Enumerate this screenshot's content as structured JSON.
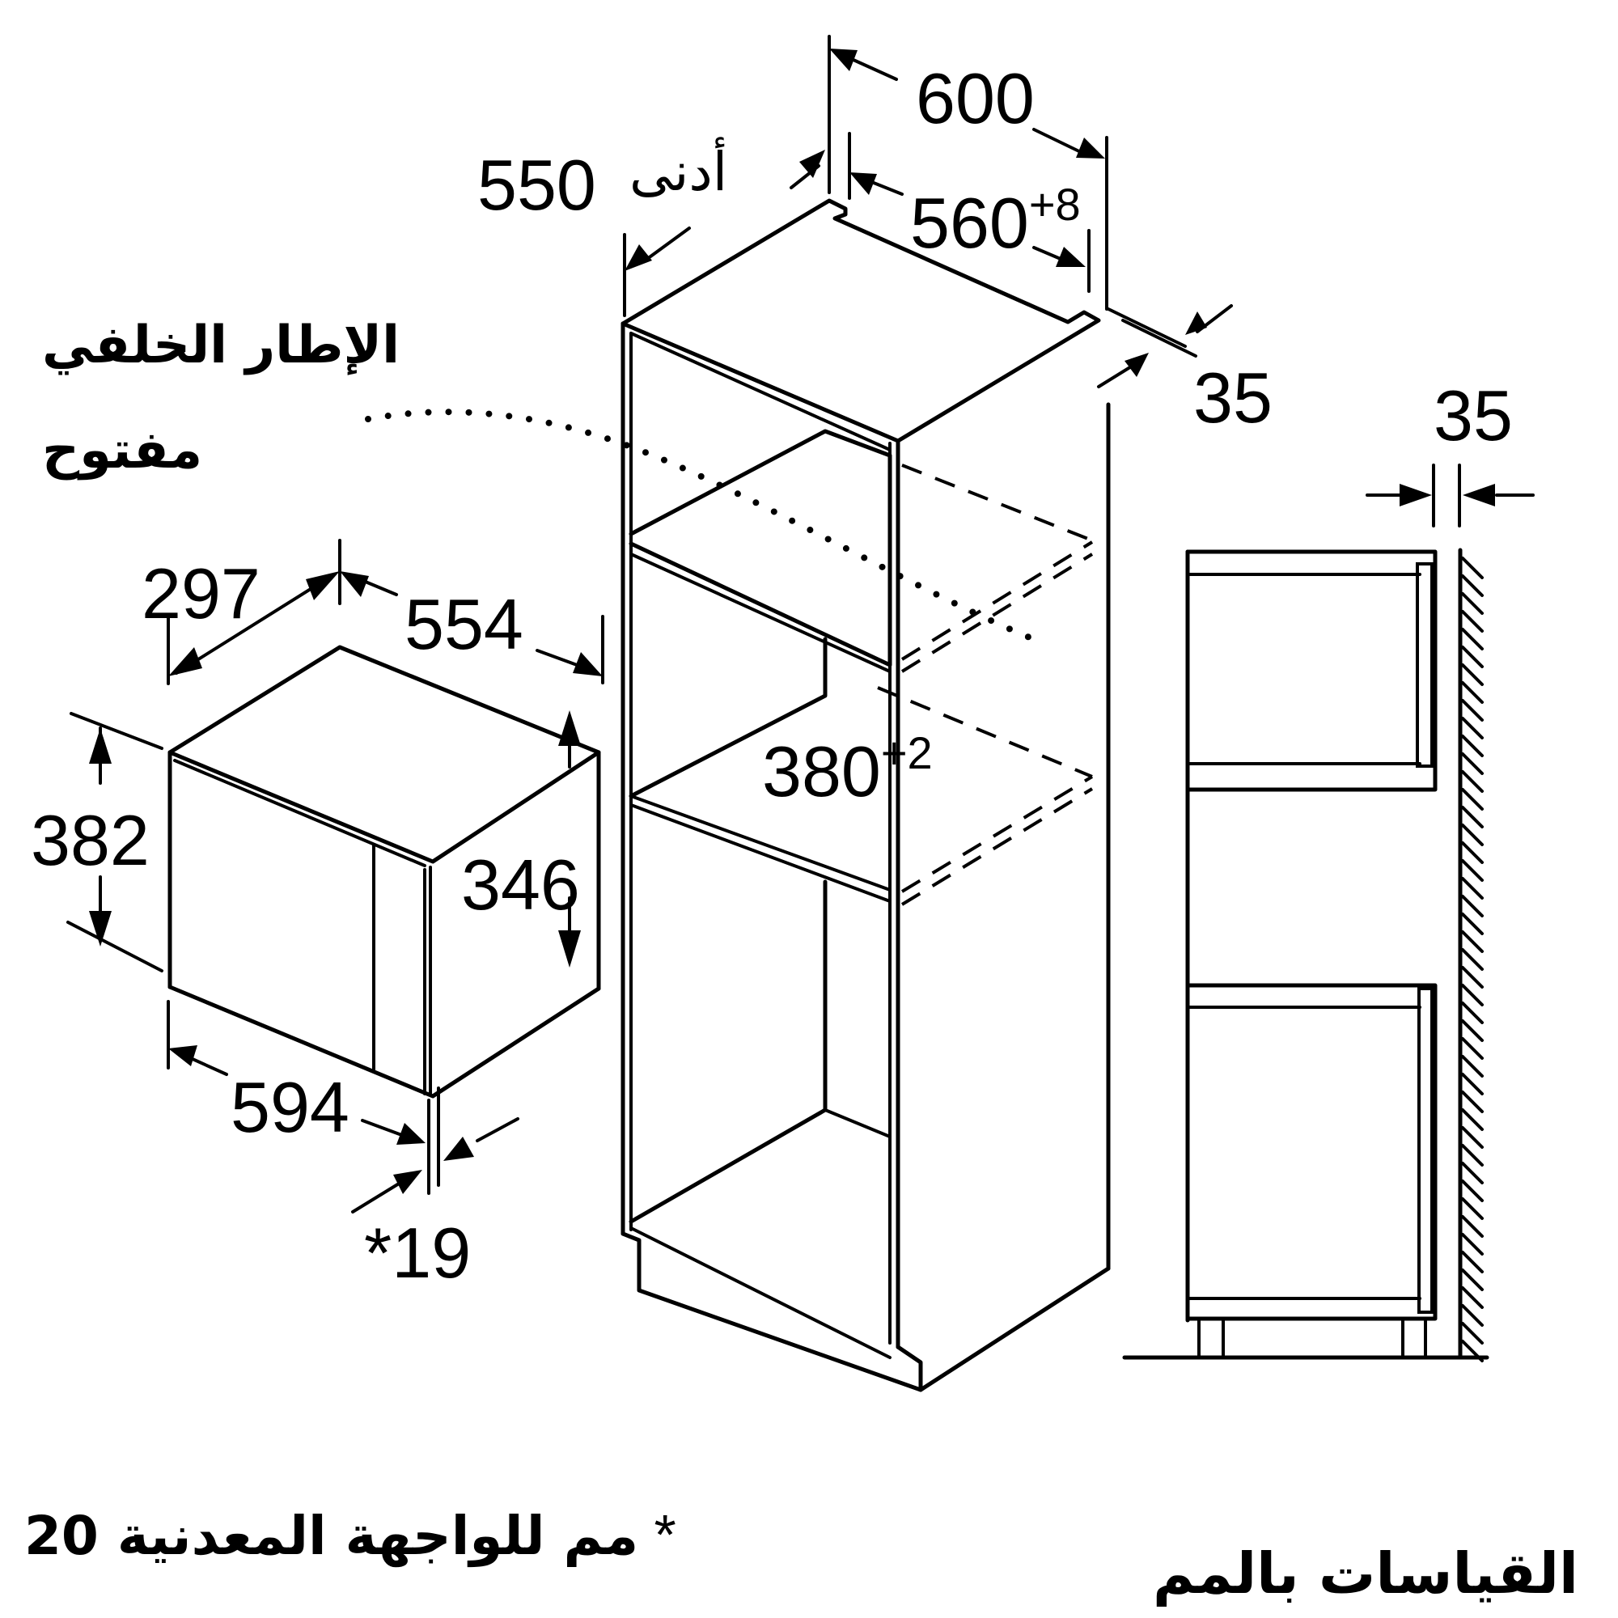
{
  "diagram": {
    "title": "Built-in microwave installation dimensions",
    "units_note": "القياسات بالمم",
    "footnote": {
      "marker": "*",
      "text": "20 مم للواجهة المعدنية"
    },
    "labels": {
      "rear_frame_open_line1": "الإطار الخلفي",
      "rear_frame_open_line2": "مفتوح",
      "minimum": "أدنى"
    },
    "appliance": {
      "name": "microwave",
      "dimensions": {
        "depth_top": "297",
        "width_top": "554",
        "height_front": "382",
        "height_side": "346",
        "width_front": "594",
        "front_thickness": "*19"
      }
    },
    "cabinet": {
      "name": "tall-cabinet",
      "dimensions": {
        "depth_min_value": "550",
        "outer_width": "600",
        "niche_width": "560",
        "niche_width_tolerance": "+8",
        "niche_height": "380",
        "niche_height_tolerance": "+2",
        "side_panel_thickness": "35"
      }
    },
    "side_view": {
      "name": "side-section",
      "dimensions": {
        "wall_gap": "35"
      }
    },
    "colors": {
      "line": "#000000",
      "background": "#ffffff"
    }
  }
}
